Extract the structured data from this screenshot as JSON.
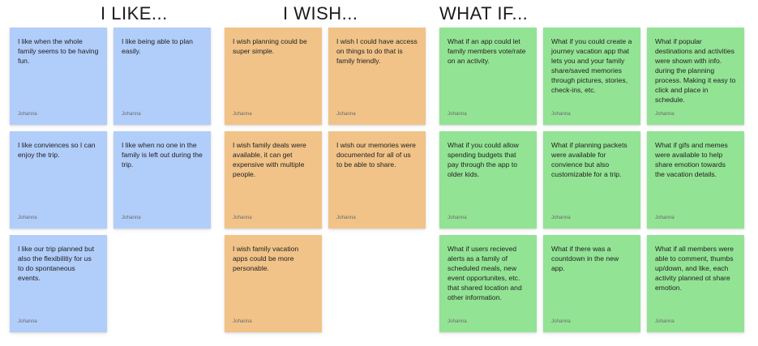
{
  "colors": {
    "blue": "#b1cdfa",
    "orange": "#f1c388",
    "green": "#93e394"
  },
  "sections": {
    "like": {
      "title": "I LIKE...",
      "notes": [
        {
          "text": "I like when the whole family seems to be having fun.",
          "author": "Johanna"
        },
        {
          "text": "I like being able to plan easily.",
          "author": "Johanna"
        },
        {
          "text": "I like conviences so I can enjoy the trip.",
          "author": "Johanna"
        },
        {
          "text": "I like when no one in the family is left out during the trip.",
          "author": "Johanna"
        },
        {
          "text": "I like our trip planned but also the flexibilitiy for us to do spontaneous events.",
          "author": "Johanna"
        }
      ]
    },
    "wish": {
      "title": "I WISH...",
      "notes": [
        {
          "text": "I wish planning could be super simple.",
          "author": "Johanna"
        },
        {
          "text": "I wish I could have access on things to do that is family friendly.",
          "author": "Johanna"
        },
        {
          "text": "I wish family deals were available, it can get expensive with multiple people.",
          "author": "Johanna"
        },
        {
          "text": "I wish our memories were documented for all of us to be able to share.",
          "author": "Johanna"
        },
        {
          "text": "I wish family vacation apps could be more personable.",
          "author": "Johanna"
        }
      ]
    },
    "whatif": {
      "title": "WHAT IF...",
      "notes": [
        {
          "text": "What if an app could let family members vote/rate on an activity.",
          "author": "Johanna"
        },
        {
          "text": "What if you could create a journey vacation app that lets you and your family share/saved memories through pictures, stories, check-ins, etc.",
          "author": "Johanna"
        },
        {
          "text": "What if popular destinations and activities were shown with info. during the planning process. Making it easy to click and place in schedule.",
          "author": "Johanna"
        },
        {
          "text": "What if you could allow spending budgets that pay through the app to older kids.",
          "author": "Johanna"
        },
        {
          "text": "What if planning packets were available for convience but also customizable for a trip.",
          "author": "Johanna"
        },
        {
          "text": "What if gifs and memes were available to help share emotion towards the vacation details.",
          "author": "Johanna"
        },
        {
          "text": "What if users recieved alerts as a family of scheduled meals, new event opportunites, etc. that shared location and other information.",
          "author": "Johanna"
        },
        {
          "text": "What if there was a countdown in the new app.",
          "author": "Johanna"
        },
        {
          "text": "What if all members were able to comment, thumbs up/down, and like,  each activity planned ot share emotion.",
          "author": "Johanna"
        }
      ]
    }
  }
}
